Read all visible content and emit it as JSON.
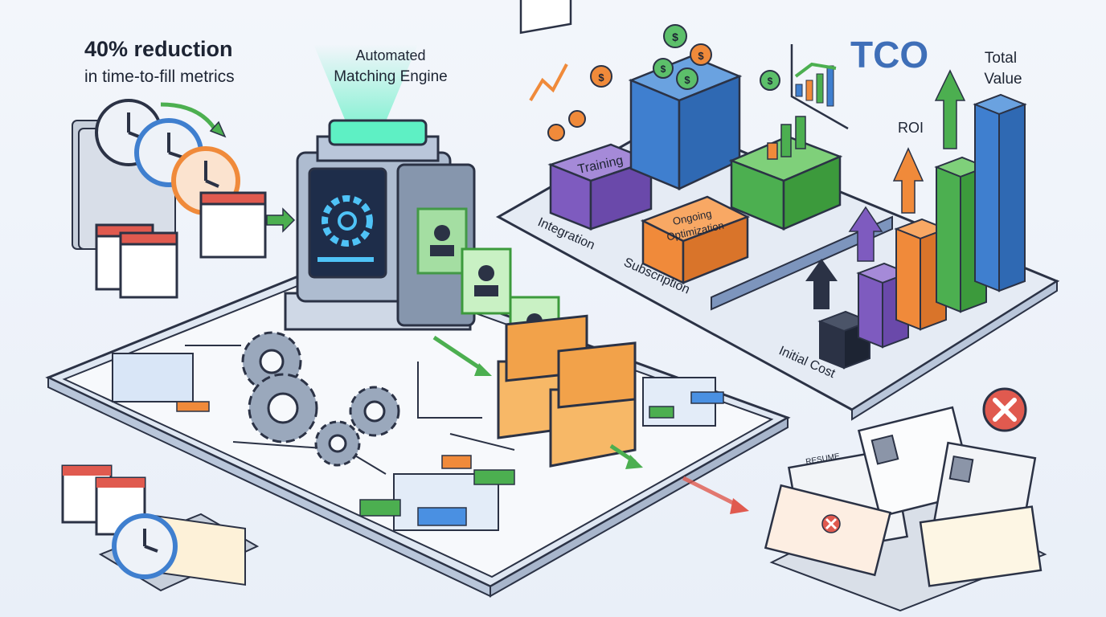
{
  "headline": {
    "stat": "40% reduction",
    "subtitle": "in time-to-fill metrics"
  },
  "engine": {
    "title_line1": "Automated",
    "title_line2": "Matching Engine"
  },
  "cost_blocks": {
    "training": "Training",
    "integration": "Integration",
    "ongoing_line1": "Ongoing",
    "ongoing_line2": "Optimization",
    "subscription": "Subscription"
  },
  "value_chart": {
    "title": "TCO",
    "total_value_line1": "Total",
    "total_value_line2": "Value",
    "roi": "ROI",
    "initial_cost": "Initial Cost"
  },
  "rejected_pile": {
    "resume_label": "RESUME"
  },
  "colors": {
    "green": "#4caf50",
    "blue": "#3f7fcf",
    "purple": "#7e5bbf",
    "orange": "#f08a3a",
    "navy": "#2b3245",
    "red_x": "#e05a4f",
    "teal_glow": "#5ef0c4"
  },
  "icons": [
    "clock-icon",
    "calendar-icon",
    "gear-icon",
    "folder-icon",
    "profile-card-icon",
    "dollar-coin-icon",
    "resume-icon",
    "reject-x-icon",
    "trend-arrow-icon"
  ]
}
